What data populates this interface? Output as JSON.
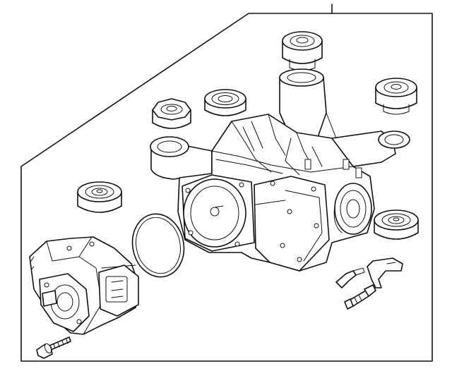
{
  "diagram": {
    "parts": [
      {
        "id": "diff-housing",
        "label": ""
      },
      {
        "id": "mount-bushing",
        "label": ""
      },
      {
        "id": "vent-cap",
        "label": ""
      },
      {
        "id": "o-ring-gasket",
        "label": ""
      },
      {
        "id": "coupling-pump",
        "label": ""
      },
      {
        "id": "flange-bolt",
        "label": ""
      },
      {
        "id": "vent-hose",
        "label": ""
      },
      {
        "id": "hose-connector",
        "label": ""
      }
    ],
    "callout_count": 1
  }
}
